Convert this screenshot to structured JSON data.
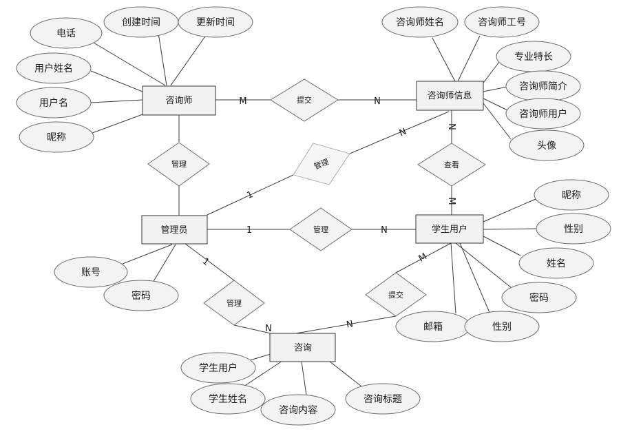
{
  "entities": {
    "counselor": "咨询师",
    "counselor_info": "咨询师信息",
    "admin": "管理员",
    "student_user": "学生用户",
    "consultation": "咨询"
  },
  "attributes": {
    "counselor": [
      "电话",
      "创建时间",
      "更新时间",
      "用户姓名",
      "用户名",
      "昵称"
    ],
    "counselor_info": [
      "咨询师姓名",
      "咨询师工号",
      "专业特长",
      "咨询师简介",
      "咨询师用户",
      "头像"
    ],
    "admin": [
      "账号",
      "密码"
    ],
    "student_user": [
      "昵称",
      "性别",
      "姓名",
      "密码",
      "邮箱",
      "性别"
    ],
    "consultation": [
      "学生用户",
      "学生姓名",
      "咨询内容",
      "咨询标题"
    ]
  },
  "relationships": {
    "counselor_submit": "提交",
    "admin_counselor": "管理",
    "admin_counselor_info": "管理",
    "view": "查看",
    "admin_student": "管理",
    "admin_consultation": "管理",
    "student_submit": "提交"
  },
  "cardinalities": {
    "counselor_submit_m": "M",
    "counselor_submit_n": "N",
    "admin_info_1": "1",
    "admin_info_n": "N",
    "view_n": "N",
    "view_m": "M",
    "admin_student_1": "1",
    "admin_student_n": "N",
    "admin_cons_1": "1",
    "admin_cons_n": "N",
    "student_submit_m": "M",
    "student_submit_n": "N"
  }
}
